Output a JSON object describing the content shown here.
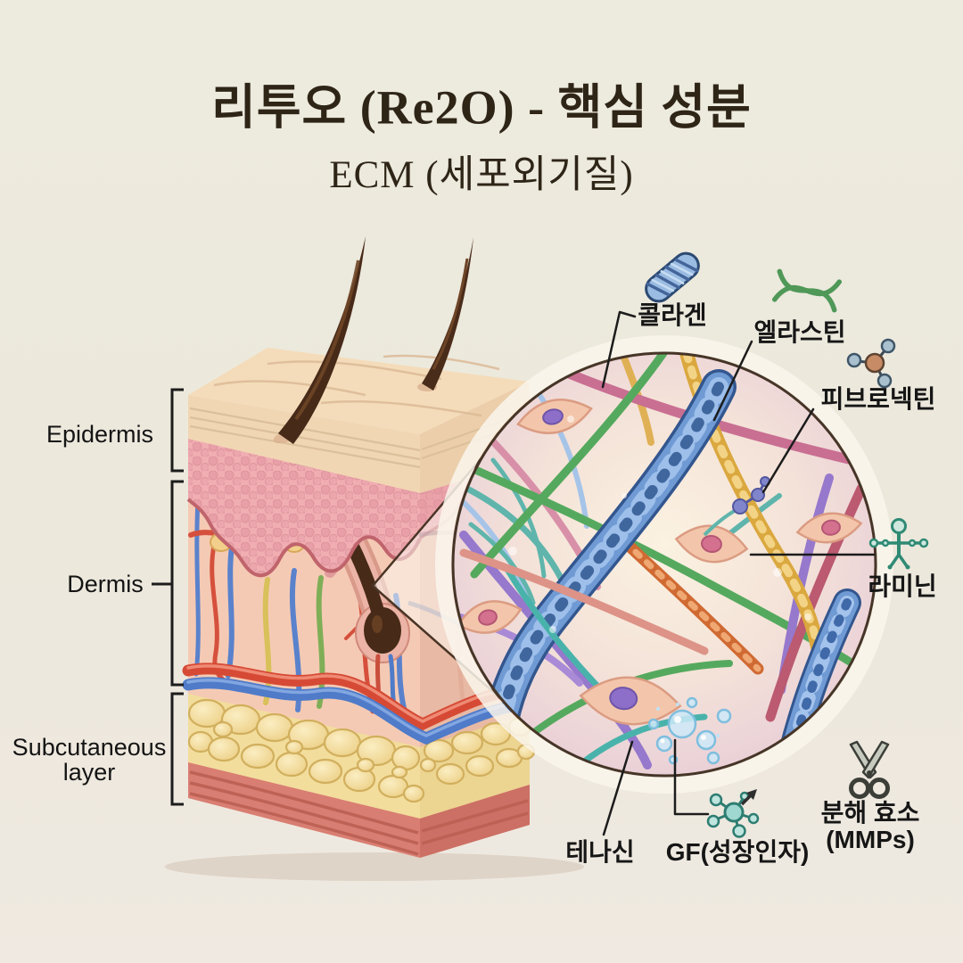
{
  "title": "리투오 (Re2O) - 핵심 성분",
  "subtitle": "ECM (세포외기질)",
  "side_labels": {
    "epidermis": "Epidermis",
    "dermis": "Dermis",
    "subcutaneous": [
      "Subcutaneous",
      "layer"
    ]
  },
  "ecm_labels": {
    "collagen": "콜라겐",
    "elastin": "엘라스틴",
    "fibronectin": "피브로넥틴",
    "laminin": "라미닌",
    "tenascin": "테나신",
    "growth_factor": "GF(성장인자)",
    "mmp": [
      "분해 효소",
      "(MMPs)"
    ]
  },
  "icons": {
    "collagen": "collagen-fiber-icon",
    "elastin": "elastin-helix-icon",
    "fibronectin": "fibronectin-molecule-icon",
    "laminin": "laminin-cross-icon",
    "growth_factor": "growth-factor-molecule-icon",
    "mmp": "scissors-icon"
  },
  "colors": {
    "background": "#ece9dd",
    "title_text": "#2e2517",
    "label_text": "#161616",
    "collagen_blue": "#6f9ad4",
    "elastin_green": "#55a95e",
    "fiber_yellow": "#daa83f",
    "fiber_purple": "#9678cc",
    "fiber_rose": "#c96f92",
    "fiber_teal": "#49b3ab",
    "fiber_orange": "#d06a33",
    "epidermis_pink": "#f0adb2",
    "dermis_peach": "#f5cab4",
    "fat_yellow": "#f2dd9c",
    "muscle_red": "#d97e72",
    "artery_red": "#d64a35",
    "vein_blue": "#4f7bc9",
    "hair_brown": "#472a18"
  }
}
